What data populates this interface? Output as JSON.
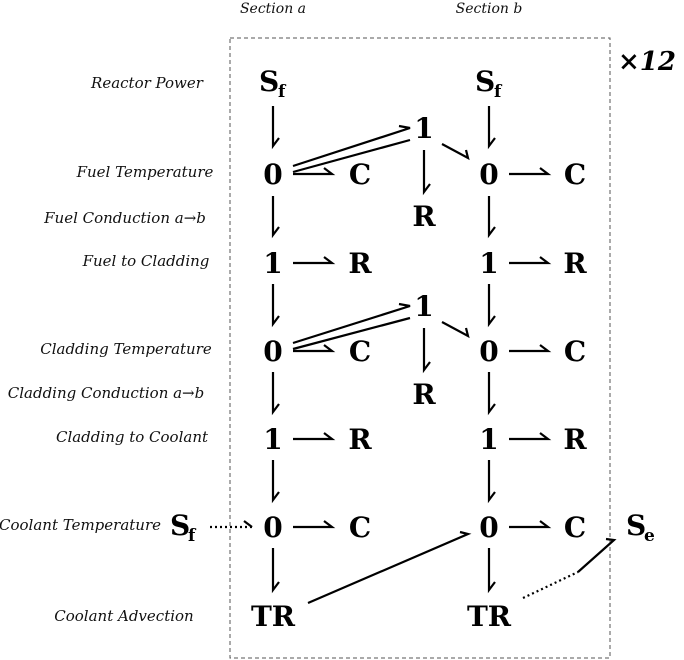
{
  "headers": {
    "section_a": "Section a",
    "section_b": "Section b"
  },
  "multiplier": "×12",
  "row_labels": [
    "Reactor Power",
    "Fuel Temperature",
    "Fuel Conduction a→b",
    "Fuel to Cladding",
    "Cladding Temperature",
    "Cladding Conduction a→b",
    "Cladding to Coolant",
    "Coolant Temperature",
    "Coolant Advection"
  ],
  "elements": {
    "flow_source": "S",
    "flow_source_sub": "f",
    "effort_source": "S",
    "effort_source_sub": "e",
    "zero_junction": "0",
    "one_junction": "1",
    "capacitor": "C",
    "resistor": "R",
    "transformer": "TR"
  }
}
